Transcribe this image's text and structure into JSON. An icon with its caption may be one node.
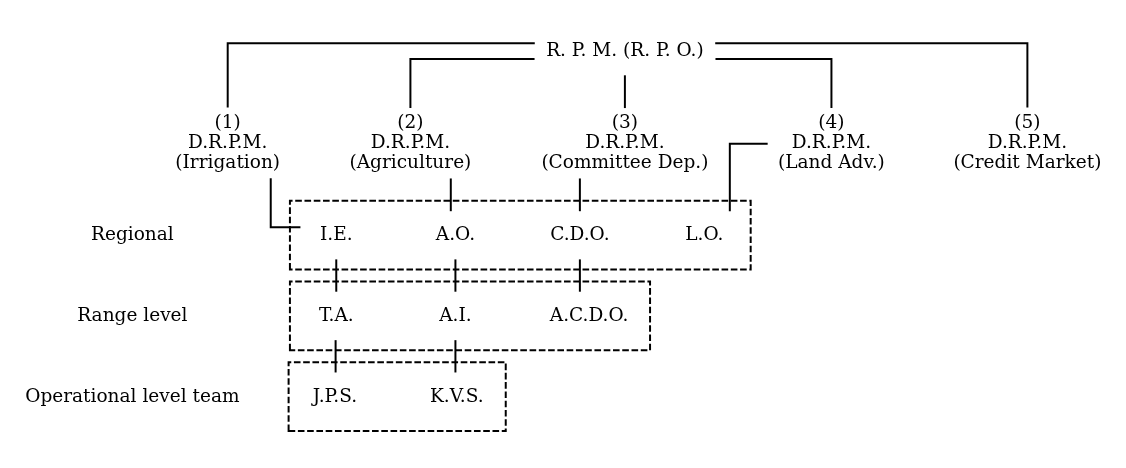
{
  "diagram": {
    "nodes": [
      {
        "text": [
          "R. P. M. (R. P. O.)"
        ]
      },
      {
        "text": [
          "(1)",
          "D.R.P.M.",
          "(Irrigation)"
        ]
      },
      {
        "text": [
          "(2)",
          "D.R.P.M.",
          "(Agriculture)"
        ]
      },
      {
        "text": [
          "(3)",
          "D.R.P.M.",
          "(Committee Dep.)"
        ]
      },
      {
        "text": [
          "(4)",
          "D.R.P.M.",
          "(Land Adv.)"
        ]
      },
      {
        "text": [
          "(5)",
          "D.R.P.M.",
          "(Credit Market)"
        ]
      },
      {
        "text": [],
        "shape": "box"
      },
      {
        "text": [
          "I.E."
        ],
        "in": 6
      },
      {
        "text": [
          "A.O."
        ],
        "in": 6
      },
      {
        "text": [
          "C.D.O."
        ],
        "in": 6
      },
      {
        "text": [
          "L.O."
        ],
        "in": 6
      },
      {
        "text": [],
        "shape": "box"
      },
      {
        "text": [
          "T.A."
        ],
        "in": 11
      },
      {
        "text": [
          "A.I."
        ],
        "in": 11
      },
      {
        "text": [
          "A.C.D.O."
        ],
        "in": 11
      },
      {
        "text": [],
        "shape": "box"
      },
      {
        "text": [
          "J.P.S."
        ],
        "in": 15
      },
      {
        "text": [
          "K.V.S."
        ],
        "in": 15
      }
    ],
    "edges": [
      {
        "from": 0,
        "to": 1,
        "arrow": "none"
      },
      {
        "from": 0,
        "to": 2,
        "arrow": "none"
      },
      {
        "from": 0,
        "to": 3,
        "arrow": "none"
      },
      {
        "from": 0,
        "to": 4,
        "arrow": "none"
      },
      {
        "from": 0,
        "to": 5,
        "arrow": "none"
      },
      {
        "from": 1,
        "to": 7,
        "arrow": "none"
      },
      {
        "from": 2,
        "to": 8,
        "arrow": "none"
      },
      {
        "from": 3,
        "to": 9,
        "arrow": "none"
      },
      {
        "from": 4,
        "to": 10,
        "arrow": "none"
      },
      {
        "from": 7,
        "to": 12,
        "arrow": "none"
      },
      {
        "from": 8,
        "to": 13,
        "arrow": "none"
      },
      {
        "from": 9,
        "to": 14,
        "arrow": "none"
      },
      {
        "from": 12,
        "to": 16,
        "arrow": "none"
      },
      {
        "from": 13,
        "to": 17,
        "arrow": "none"
      }
    ],
    "labels": [
      "Regional",
      "Range level",
      "Operational level team"
    ]
  }
}
